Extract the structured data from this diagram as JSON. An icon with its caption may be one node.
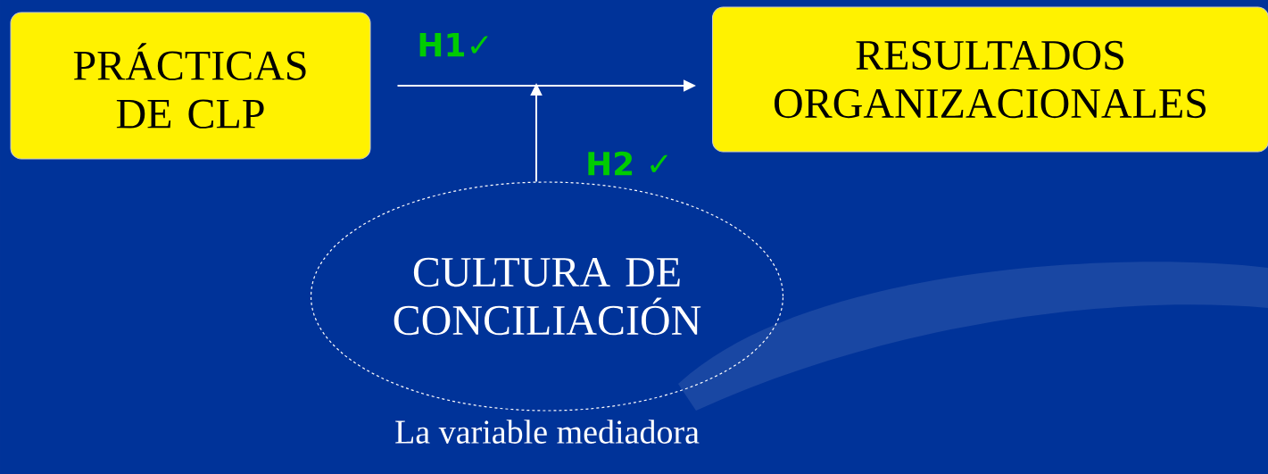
{
  "diagram": {
    "nodes": [
      {
        "text": [
          "PRÁCTICAS DE CLP"
        ]
      },
      {
        "text": [
          "RESULTADOS ORGANIZACIONALES"
        ]
      },
      {
        "text": [
          "CULTURA DE CONCILIACIÓN"
        ],
        "beside": [
          "La variable mediadora"
        ]
      }
    ],
    "edges": [
      {
        "from": 0,
        "to": 1,
        "arrow": "to",
        "label": "H1✓"
      },
      {
        "from": 2,
        "to": null,
        "arrow": "to",
        "label": "H2 ✓"
      }
    ]
  }
}
